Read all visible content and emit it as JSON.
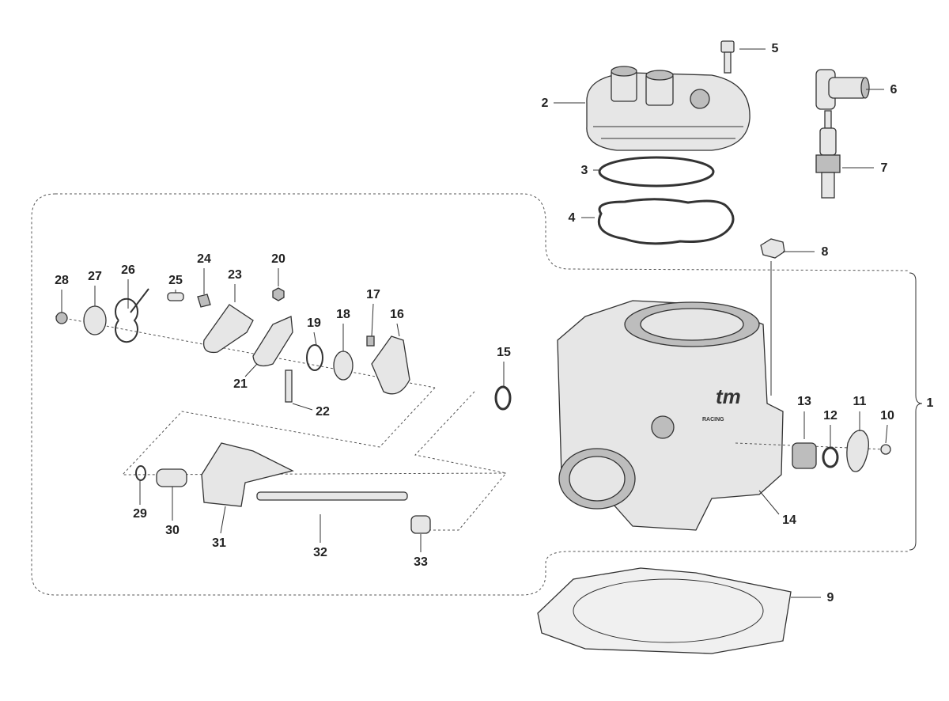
{
  "diagram": {
    "type": "exploded-parts-diagram",
    "logo_text": "tm RACING",
    "callouts": [
      "1",
      "2",
      "3",
      "4",
      "5",
      "6",
      "7",
      "8",
      "9",
      "10",
      "11",
      "12",
      "13",
      "14",
      "15",
      "16",
      "17",
      "18",
      "19",
      "20",
      "21",
      "22",
      "23",
      "24",
      "25",
      "26",
      "27",
      "28",
      "29",
      "30",
      "31",
      "32",
      "33"
    ],
    "colors": {
      "line": "#333333",
      "part_fill": "#e6e6e6",
      "background": "#ffffff"
    }
  }
}
